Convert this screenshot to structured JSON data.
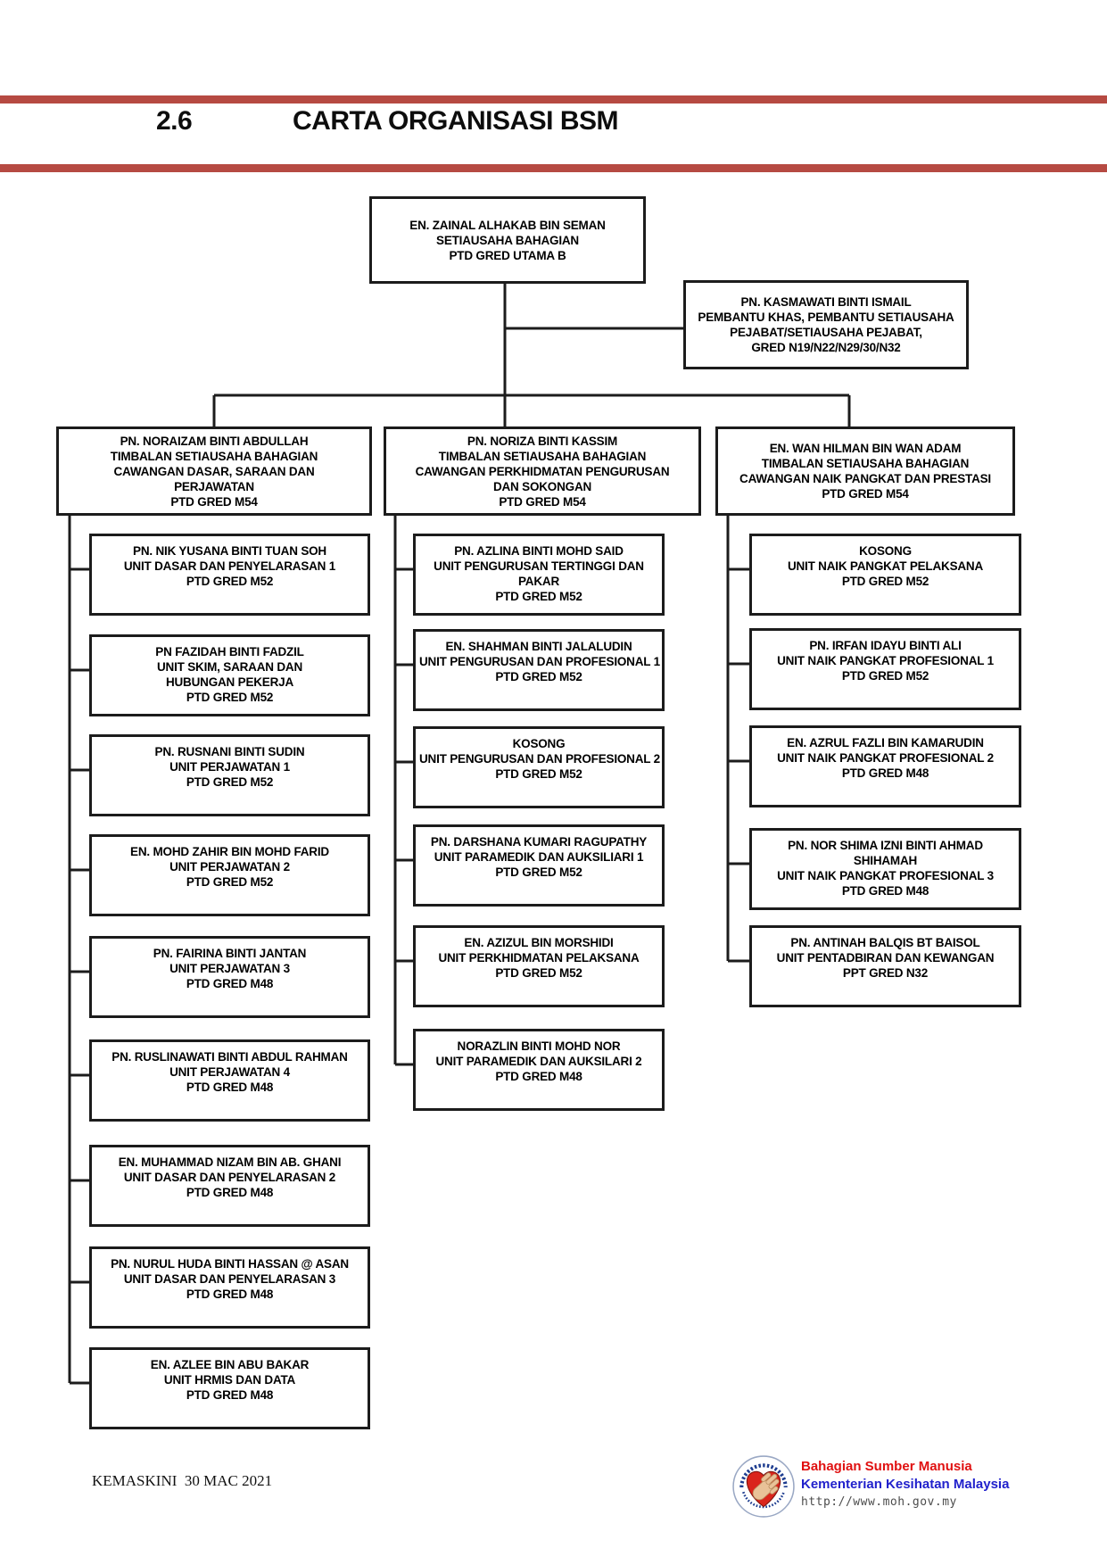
{
  "header": {
    "section_number": "2.6",
    "title": "CARTA ORGANISASI BSM"
  },
  "chart": {
    "root": {
      "lines": [
        "EN. ZAINAL ALHAKAB BIN SEMAN",
        "SETIAUSAHA BAHAGIAN",
        "PTD GRED UTAMA B"
      ]
    },
    "assistant": {
      "lines": [
        "PN. KASMAWATI BINTI ISMAIL",
        "PEMBANTU KHAS, PEMBANTU SETIAUSAHA",
        "PEJABAT/SETIAUSAHA PEJABAT,",
        "GRED N19/N22/N29/30/N32"
      ]
    },
    "branches": [
      {
        "head": {
          "lines": [
            "PN. NORAIZAM BINTI ABDULLAH",
            "TIMBALAN SETIAUSAHA BAHAGIAN",
            "CAWANGAN DASAR, SARAAN DAN",
            "PERJAWATAN",
            "PTD GRED M54"
          ]
        },
        "children": [
          {
            "lines": [
              "PN. NIK YUSANA BINTI TUAN SOH",
              "UNIT DASAR DAN PENYELARASAN 1",
              "PTD GRED M52"
            ]
          },
          {
            "lines": [
              "PN FAZIDAH BINTI FADZIL",
              "UNIT SKIM, SARAAN DAN",
              "HUBUNGAN PEKERJA",
              "PTD GRED M52"
            ]
          },
          {
            "lines": [
              "PN. RUSNANI BINTI SUDIN",
              "UNIT PERJAWATAN 1",
              "PTD GRED M52"
            ]
          },
          {
            "lines": [
              "EN. MOHD ZAHIR BIN MOHD FARID",
              "UNIT PERJAWATAN 2",
              "PTD GRED M52"
            ]
          },
          {
            "lines": [
              "PN. FAIRINA BINTI JANTAN",
              "UNIT PERJAWATAN 3",
              "PTD GRED M48"
            ]
          },
          {
            "lines": [
              "PN. RUSLINAWATI BINTI ABDUL RAHMAN",
              "UNIT PERJAWATAN 4",
              "PTD GRED M48"
            ]
          },
          {
            "lines": [
              "EN. MUHAMMAD NIZAM BIN AB. GHANI",
              "UNIT DASAR DAN PENYELARASAN 2",
              "PTD GRED M48"
            ]
          },
          {
            "lines": [
              "PN. NURUL HUDA BINTI HASSAN @ ASAN",
              "UNIT DASAR DAN PENYELARASAN 3",
              "PTD GRED M48"
            ]
          },
          {
            "lines": [
              "EN. AZLEE BIN ABU BAKAR",
              "UNIT HRMIS DAN DATA",
              "PTD GRED M48"
            ]
          }
        ]
      },
      {
        "head": {
          "lines": [
            "PN. NORIZA BINTI KASSIM",
            "TIMBALAN SETIAUSAHA BAHAGIAN",
            "CAWANGAN PERKHIDMATAN PENGURUSAN",
            "DAN SOKONGAN",
            "PTD GRED M54"
          ]
        },
        "children": [
          {
            "lines": [
              "PN. AZLINA BINTI MOHD SAID",
              "UNIT PENGURUSAN TERTINGGI DAN",
              "PAKAR",
              "PTD GRED M52"
            ]
          },
          {
            "lines": [
              "EN. SHAHMAN BINTI JALALUDIN",
              "UNIT PENGURUSAN DAN PROFESIONAL 1",
              "PTD GRED M52"
            ]
          },
          {
            "lines": [
              "KOSONG",
              "UNIT PENGURUSAN DAN PROFESIONAL 2",
              "PTD GRED M52"
            ]
          },
          {
            "lines": [
              "PN. DARSHANA KUMARI RAGUPATHY",
              "UNIT PARAMEDIK DAN AUKSILIARI 1",
              "PTD GRED M52"
            ]
          },
          {
            "lines": [
              "EN. AZIZUL BIN MORSHIDI",
              "UNIT PERKHIDMATAN PELAKSANA",
              "PTD GRED M52"
            ]
          },
          {
            "lines": [
              "NORAZLIN BINTI MOHD NOR",
              "UNIT PARAMEDIK DAN AUKSILARI 2",
              "PTD GRED M48"
            ]
          }
        ]
      },
      {
        "head": {
          "lines": [
            "EN. WAN HILMAN BIN WAN ADAM",
            "TIMBALAN SETIAUSAHA BAHAGIAN",
            "CAWANGAN NAIK PANGKAT DAN PRESTASI",
            "PTD GRED M54"
          ]
        },
        "children": [
          {
            "lines": [
              "KOSONG",
              "UNIT NAIK PANGKAT PELAKSANA",
              "PTD GRED M52"
            ]
          },
          {
            "lines": [
              "PN. IRFAN IDAYU BINTI ALI",
              "UNIT NAIK PANGKAT PROFESIONAL 1",
              "PTD GRED M52"
            ]
          },
          {
            "lines": [
              "EN. AZRUL FAZLI BIN KAMARUDIN",
              "UNIT NAIK PANGKAT PROFESIONAL 2",
              "PTD GRED M48"
            ]
          },
          {
            "lines": [
              "PN. NOR SHIMA IZNI BINTI AHMAD",
              "SHIHAMAH",
              "UNIT NAIK PANGKAT PROFESIONAL 3",
              "PTD GRED M48"
            ]
          },
          {
            "lines": [
              "PN. ANTINAH BALQIS BT BAISOL",
              "UNIT PENTADBIRAN DAN KEWANGAN",
              "PPT GRED N32"
            ]
          }
        ]
      }
    ]
  },
  "footer": {
    "updated": "KEMASKINI  30 MAC 2021",
    "org_line1": "Bahagian Sumber Manusia",
    "org_line2": "Kementerian Kesihatan Malaysia",
    "url": "http://www.moh.gov.my"
  },
  "colors": {
    "rule_red": "#b64a42",
    "footer_red": "#e01010",
    "footer_blue": "#2121cc",
    "heart_red": "#da251c",
    "hand_tan": "#e9c298",
    "ring_blue": "#1d3c8f"
  }
}
